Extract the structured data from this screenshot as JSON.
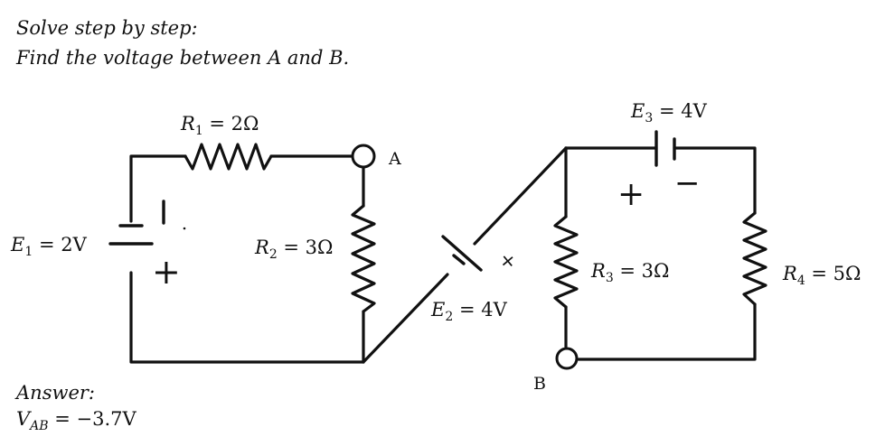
{
  "problem": {
    "line1": "Solve step by step:",
    "line2": "Find the voltage between A and B."
  },
  "answer": {
    "label": "Answer:",
    "v_main": "V",
    "v_sub": "AB",
    "v_value": " = −3.7V"
  },
  "nodes": {
    "a": "A",
    "b": "B"
  },
  "components": {
    "r1": {
      "sym": "R",
      "sub": "1",
      "value": " = 2Ω"
    },
    "r2": {
      "sym": "R",
      "sub": "2",
      "value": " = 3Ω"
    },
    "r3": {
      "sym": "R",
      "sub": "3",
      "value": " = 3Ω"
    },
    "r4": {
      "sym": "R",
      "sub": "4",
      "value": " = 5Ω"
    },
    "e1": {
      "sym": "E",
      "sub": "1",
      "value": " = 2V",
      "plus": "+"
    },
    "e2": {
      "sym": "E",
      "sub": "2",
      "value": " = 4V",
      "plus": "+"
    },
    "e3": {
      "sym": "E",
      "sub": "3",
      "value": " = 4V",
      "plus": "+",
      "minus": "−"
    }
  }
}
